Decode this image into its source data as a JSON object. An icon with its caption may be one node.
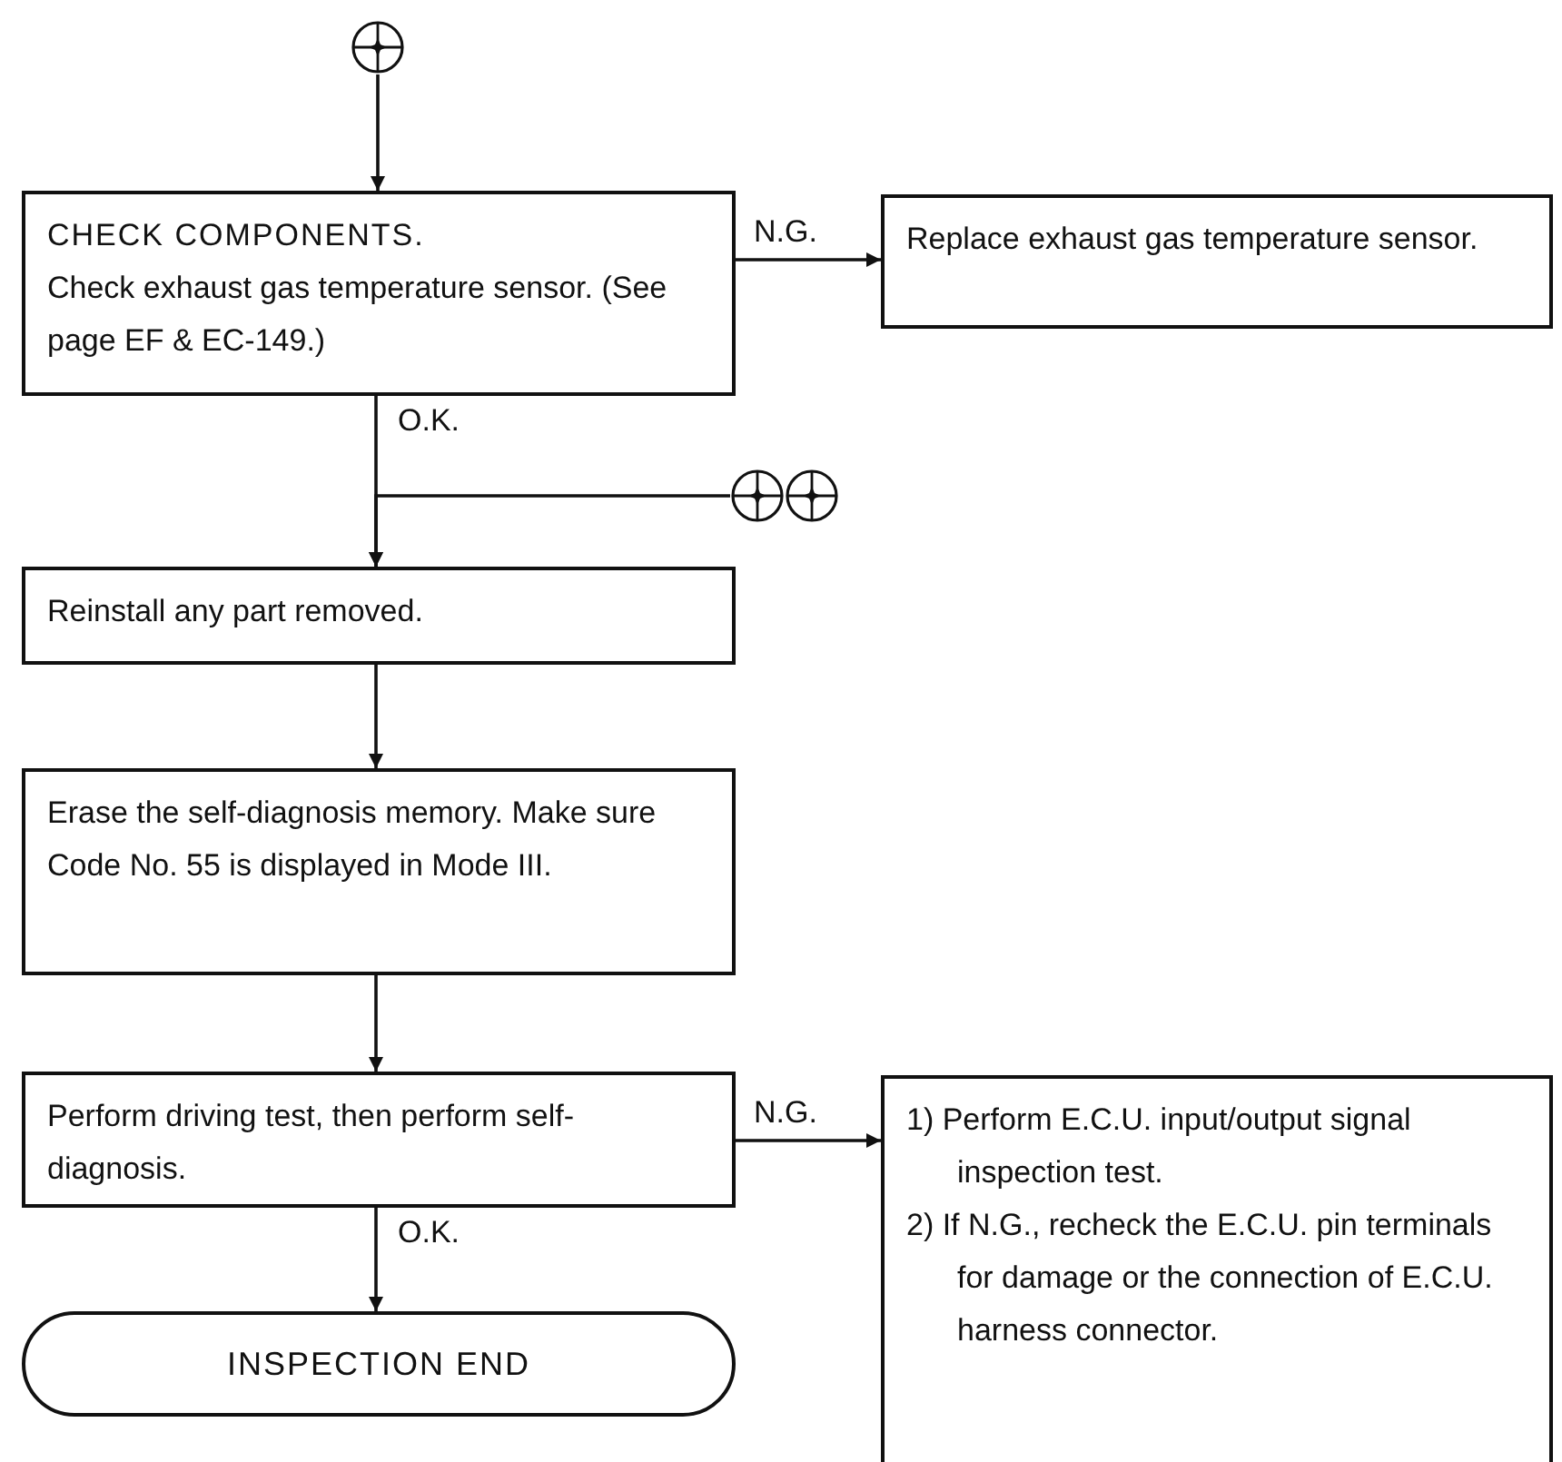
{
  "diagram": {
    "nodes": [
      {
        "text": [],
        "shape": "circle"
      },
      {
        "text": [
          "CHECK COMPONENTS.",
          "Check exhaust gas temperature sensor. (See page EF & EC-149.)"
        ]
      },
      {
        "text": [
          "Replace exhaust gas temperature sensor."
        ]
      },
      {
        "text": [],
        "shape": "circle"
      },
      {
        "text": [
          "Reinstall any part removed."
        ]
      },
      {
        "text": [
          "Erase the self-diagnosis memory. Make sure Code No. 55 is displayed in Mode III."
        ]
      },
      {
        "text": [
          "Perform driving test, then perform self-diagnosis."
        ]
      },
      {
        "text": [
          "1) Perform E.C.U. input/output signal inspection test.",
          "2) If N.G., recheck the E.C.U. pin terminals for damage or the connection of E.C.U. harness connector."
        ]
      },
      {
        "text": [
          "INSPECTION END"
        ]
      }
    ],
    "edges": [
      {
        "from": 0,
        "to": 1,
        "arrow": "to"
      },
      {
        "from": 1,
        "to": 2,
        "arrow": "to",
        "label": "N.G."
      },
      {
        "from": 1,
        "to": 4,
        "arrow": "to",
        "label": "O.K."
      },
      {
        "from": 3,
        "to": 4,
        "arrow": "to"
      },
      {
        "from": 4,
        "to": 5,
        "arrow": "to"
      },
      {
        "from": 5,
        "to": 6,
        "arrow": "to"
      },
      {
        "from": 6,
        "to": 7,
        "arrow": "to",
        "label": "N.G."
      },
      {
        "from": 6,
        "to": 8,
        "arrow": "to",
        "label": "O.K."
      }
    ]
  }
}
